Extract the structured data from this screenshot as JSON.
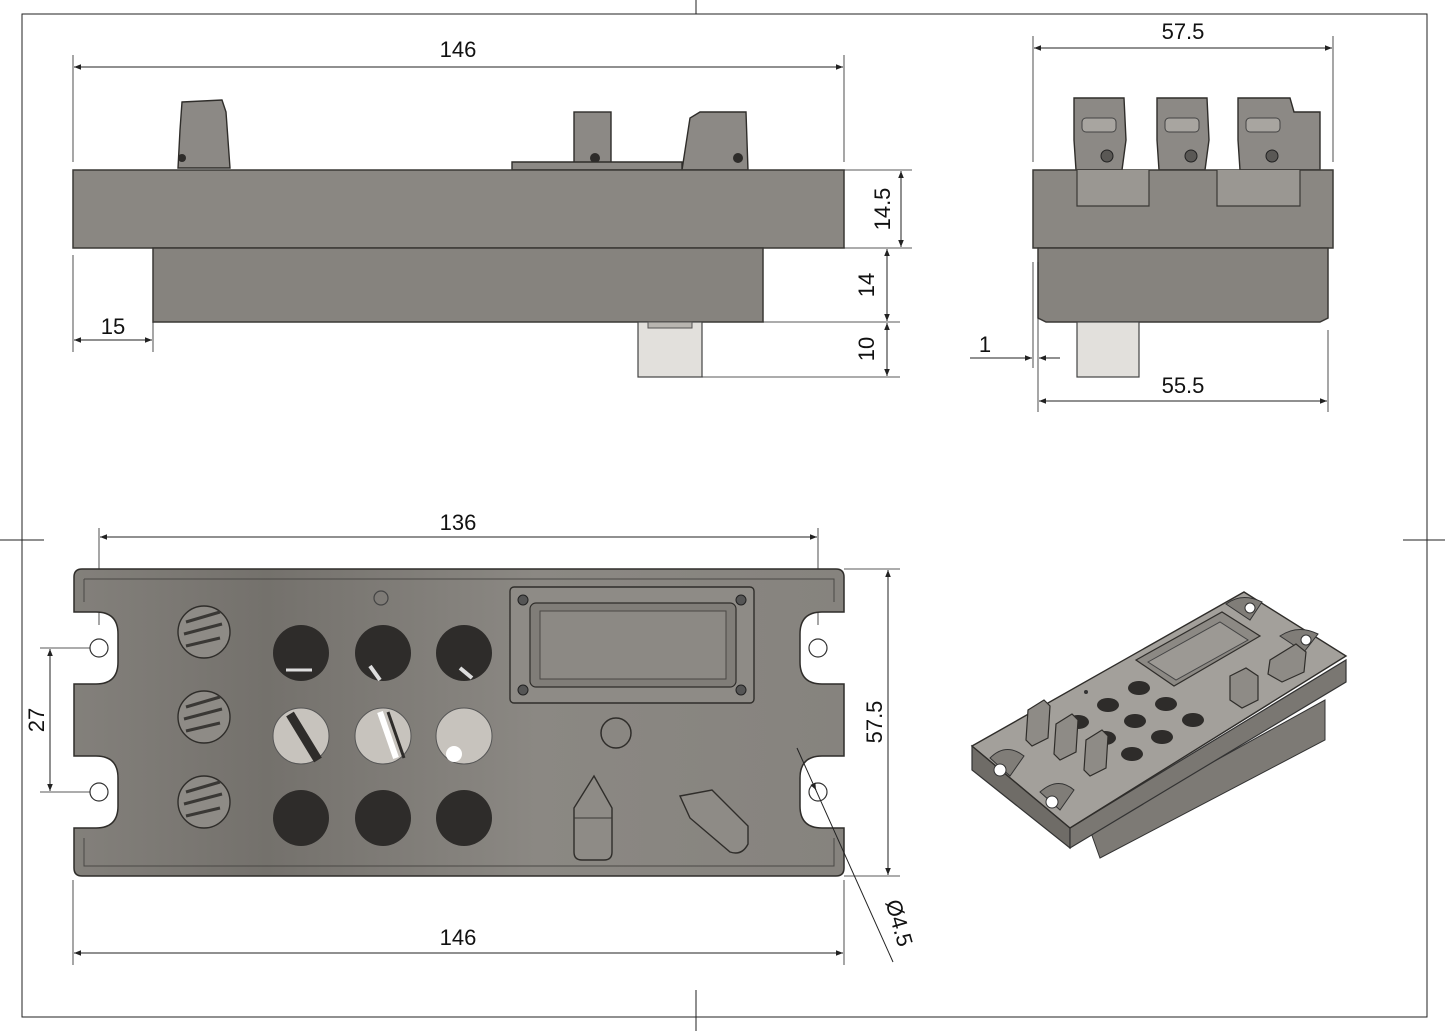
{
  "dims": {
    "front_width": "146",
    "top_plate_height": "14.5",
    "lower_box_height": "14",
    "usb_protrusion": "10",
    "left_offset": "15",
    "side_width": "57.5",
    "side_step": "1",
    "side_lower_width": "55.5",
    "hole_spacing": "136",
    "top_depth": "57.5",
    "mount_spacing": "27",
    "mount_diameter": "Ø4.5",
    "bottom_width": "146"
  }
}
